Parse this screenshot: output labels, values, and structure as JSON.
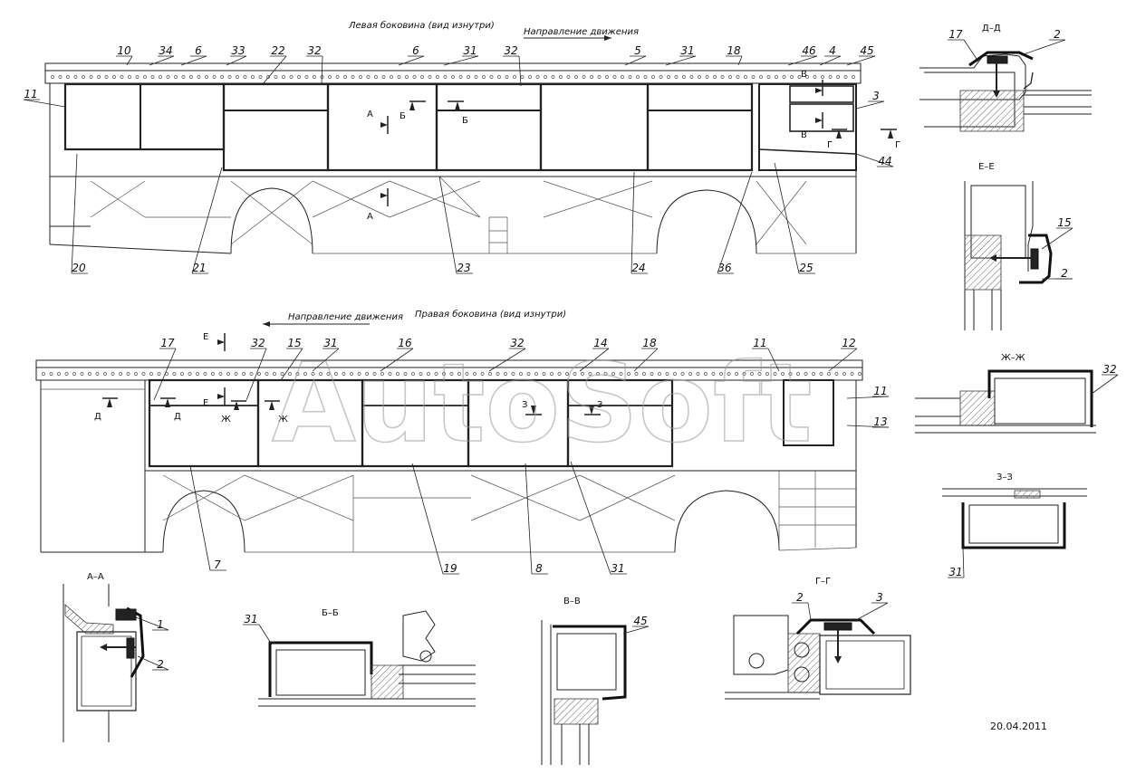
{
  "left_view": {
    "title": "Левая боковина (вид изнутри)",
    "direction": "Направление движения",
    "callouts": [
      "10",
      "34",
      "6",
      "33",
      "22",
      "32",
      "6",
      "31",
      "32",
      "5",
      "31",
      "18",
      "46",
      "4",
      "45",
      "11",
      "3",
      "44",
      "20",
      "21",
      "23",
      "24",
      "36",
      "25"
    ],
    "section_marks": [
      "А",
      "Б",
      "Б",
      "В",
      "В",
      "Г",
      "Г",
      "А"
    ]
  },
  "right_view": {
    "title": "Правая боковина (вид изнутри)",
    "direction": "Направление движения",
    "callouts": [
      "17",
      "32",
      "15",
      "31",
      "16",
      "32",
      "14",
      "18",
      "11",
      "12",
      "11",
      "13",
      "7",
      "19",
      "8",
      "31"
    ],
    "section_marks": [
      "Е",
      "Е",
      "Д",
      "Д",
      "Ж",
      "Ж",
      "З",
      "З"
    ]
  },
  "sections": {
    "dd": {
      "title": "Д–Д",
      "callouts": [
        "17",
        "2"
      ]
    },
    "ee": {
      "title": "Е–Е",
      "callouts": [
        "15",
        "2"
      ]
    },
    "zhzh": {
      "title": "Ж–Ж",
      "callouts": [
        "32"
      ]
    },
    "zz": {
      "title": "З–З",
      "callouts": [
        "31"
      ]
    },
    "aa": {
      "title": "А–А",
      "callouts": [
        "1",
        "2"
      ]
    },
    "bb": {
      "title": "Б–Б",
      "callouts": [
        "31"
      ]
    },
    "vv": {
      "title": "В–В",
      "callouts": [
        "45"
      ]
    },
    "gg": {
      "title": "Г–Г",
      "callouts": [
        "2",
        "3"
      ]
    }
  },
  "watermark": "AutoSoft",
  "date": "20.04.2011"
}
